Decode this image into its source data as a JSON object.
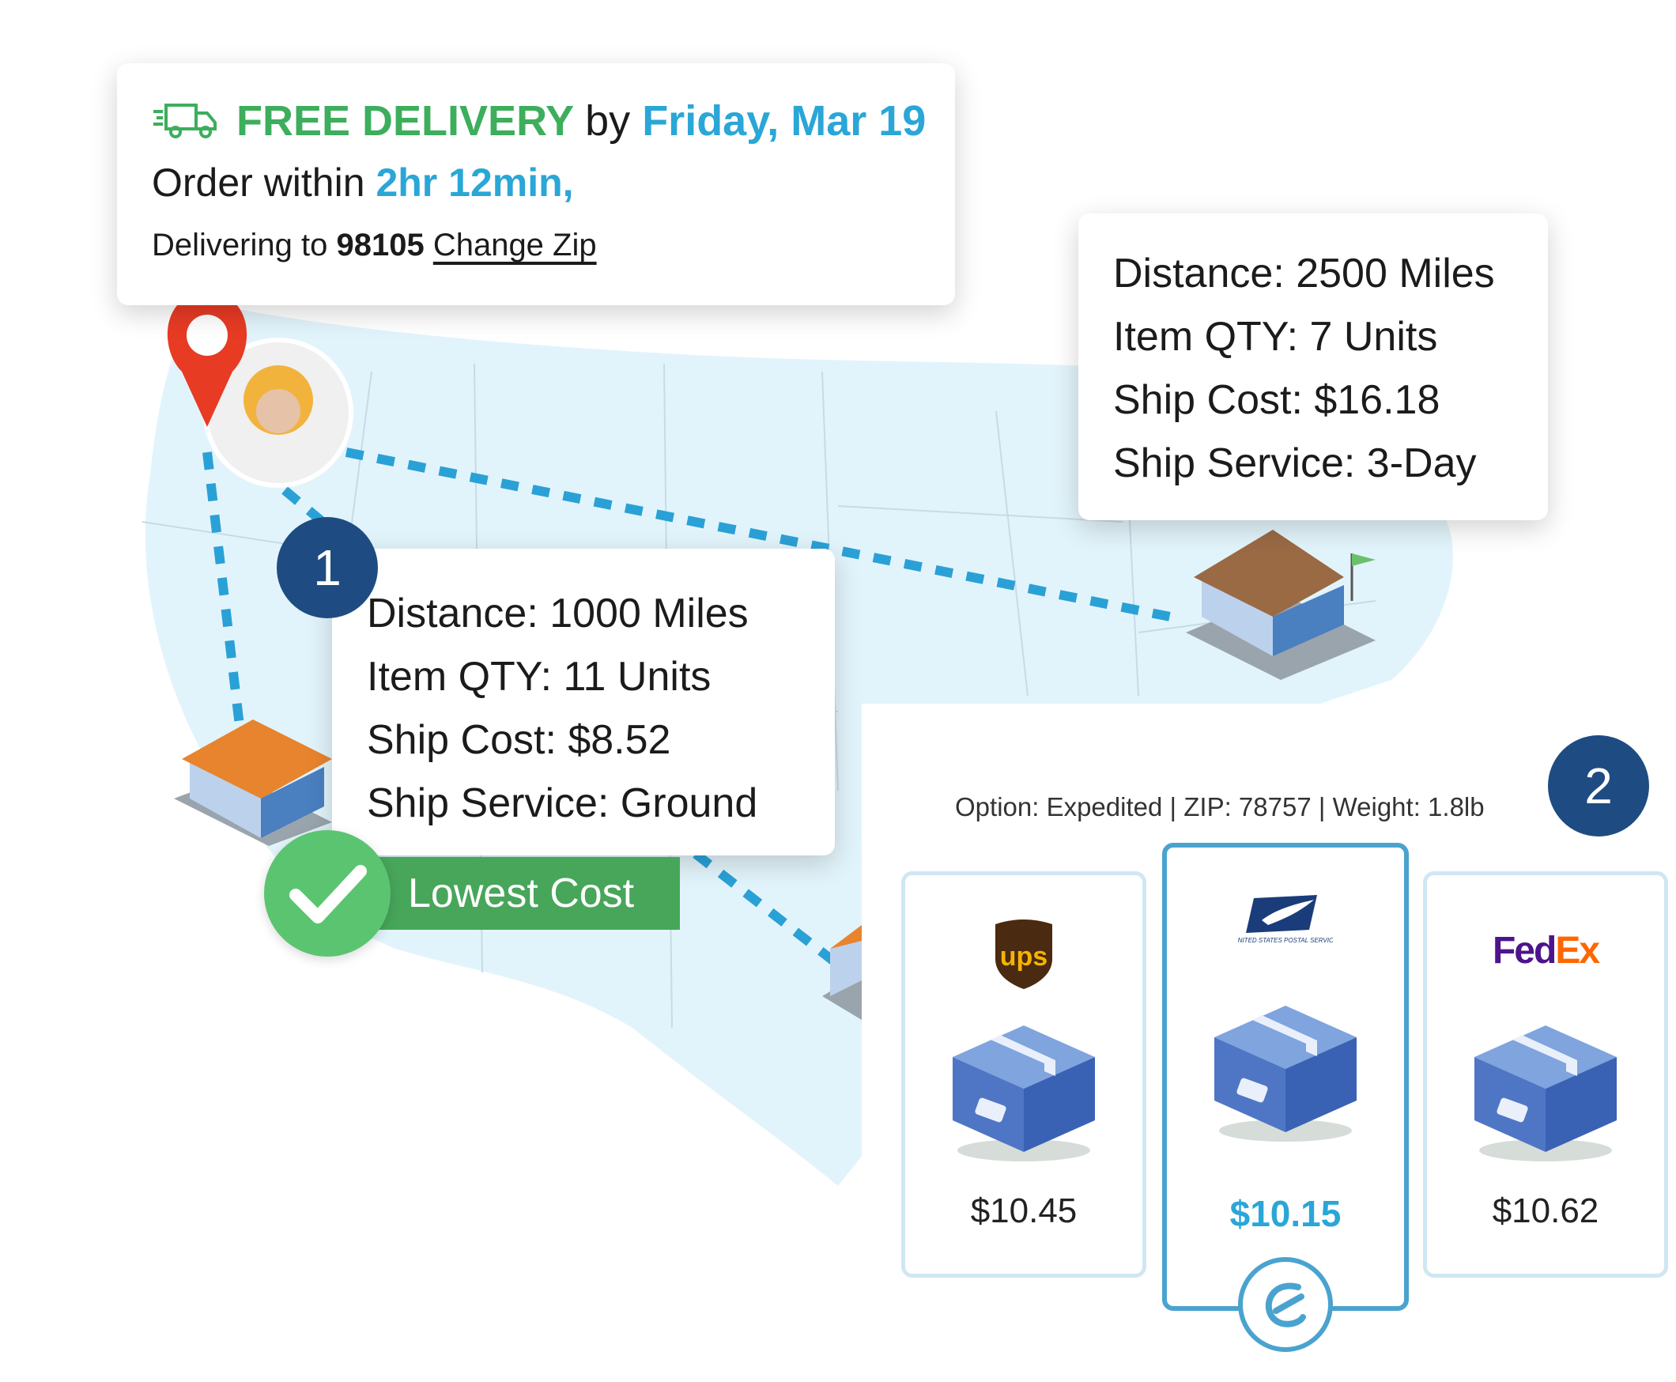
{
  "delivery": {
    "free_label": "FREE DELIVERY",
    "by_label": "by",
    "date": "Friday, Mar 19",
    "order_within_label": "Order within",
    "time_left": "2hr 12min,",
    "delivering_to_label": "Delivering to",
    "zip": "98105",
    "change_zip_label": "Change Zip"
  },
  "info_east": {
    "distance": "Distance: 2500 Miles",
    "qty": "Item QTY: 7 Units",
    "cost": "Ship Cost: $16.18",
    "service": "Ship Service: 3-Day"
  },
  "info_west": {
    "distance": "Distance: 1000 Miles",
    "qty": "Item QTY: 11 Units",
    "cost": "Ship Cost: $8.52",
    "service": "Ship Service: Ground"
  },
  "lowest_cost_label": "Lowest Cost",
  "badges": {
    "one": "1",
    "two": "2"
  },
  "shipping_option": "Option: Expedited | ZIP: 78757 | Weight: 1.8lb",
  "carriers": {
    "ups": {
      "logo_text": "ups",
      "price": "$10.45"
    },
    "usps": {
      "logo_text": "UNITED STATES POSTAL SERVICE",
      "price": "$10.15"
    },
    "fedex": {
      "logo_fed": "Fed",
      "logo_ex": "Ex",
      "price": "$10.62"
    }
  },
  "colors": {
    "green": "#3cae5c",
    "blue": "#2aa6d7",
    "badge_navy": "#1e4c82",
    "map_fill": "#e2f4fb",
    "route": "#2aa1d6",
    "fedex_purple": "#4d148c",
    "fedex_orange": "#ff6600"
  }
}
